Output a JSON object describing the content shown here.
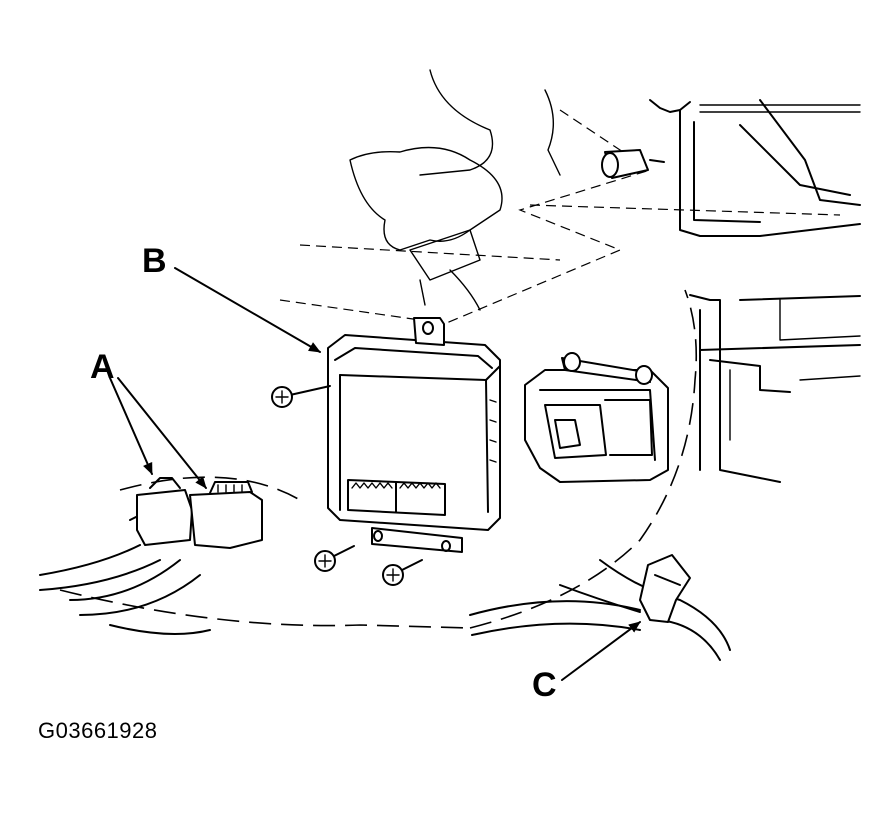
{
  "callouts": {
    "a": "A",
    "b": "B",
    "c": "C"
  },
  "figure_id": "G03661928"
}
